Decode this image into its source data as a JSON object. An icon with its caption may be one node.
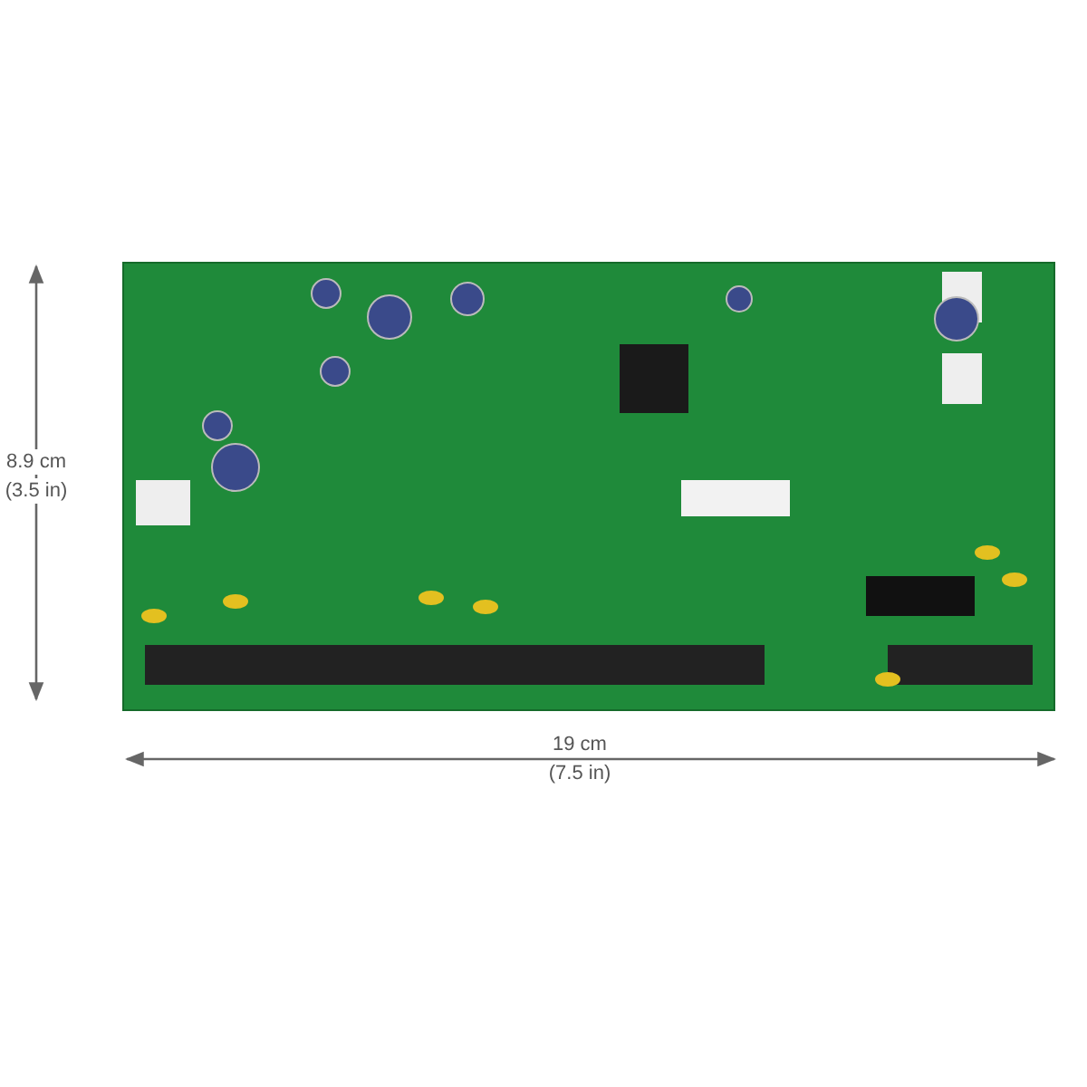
{
  "diagram": {
    "labels": [
      "8.9 cm",
      "(3.5 in)",
      "19 cm",
      "(7.5 in)"
    ]
  }
}
